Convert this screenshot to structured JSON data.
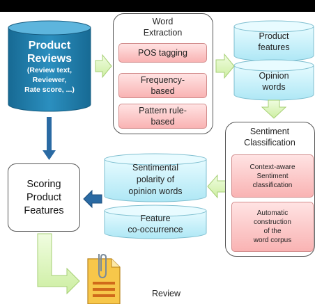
{
  "colors": {
    "db_blue": "#1f7aa8",
    "cyan_fill": "#c9f0fa",
    "pink_fill": "#fbc4c4",
    "arrow_green": "#dcf5b8",
    "arrow_blue": "#2a6aa3"
  },
  "nodes": {
    "reviews_db": {
      "title_line1": "Product",
      "title_line2": "Reviews",
      "detail_line1": "(Review text,",
      "detail_line2": "Reviewer,",
      "detail_line3": "Rate score, ...)"
    },
    "word_extraction": {
      "title_line1": "Word",
      "title_line2": "Extraction",
      "item1": "POS tagging",
      "item2_line1": "Frequency-",
      "item2_line2": "based",
      "item3_line1": "Pattern rule-",
      "item3_line2": "based"
    },
    "product_features": {
      "line1": "Product",
      "line2": "features"
    },
    "opinion_words": {
      "line1": "Opinion",
      "line2": "words"
    },
    "sentiment_classification": {
      "title_line1": "Sentiment",
      "title_line2": "Classification",
      "item1_line1": "Context-aware",
      "item1_line2": "Sentiment",
      "item1_line3": "classification",
      "item2_line1": "Automatic",
      "item2_line2": "construction",
      "item2_line3": "of the",
      "item2_line4": "word corpus"
    },
    "sentimental_polarity": {
      "line1": "Sentimental",
      "line2": "polarity of",
      "line3": "opinion words"
    },
    "feature_cooccurrence": {
      "line1": "Feature",
      "line2": "co-occurrence"
    },
    "scoring": {
      "line1": "Scoring",
      "line2": "Product",
      "line3": "Features"
    },
    "output": {
      "label": "Review"
    }
  },
  "icons": {
    "document": "document-with-clip-icon"
  }
}
